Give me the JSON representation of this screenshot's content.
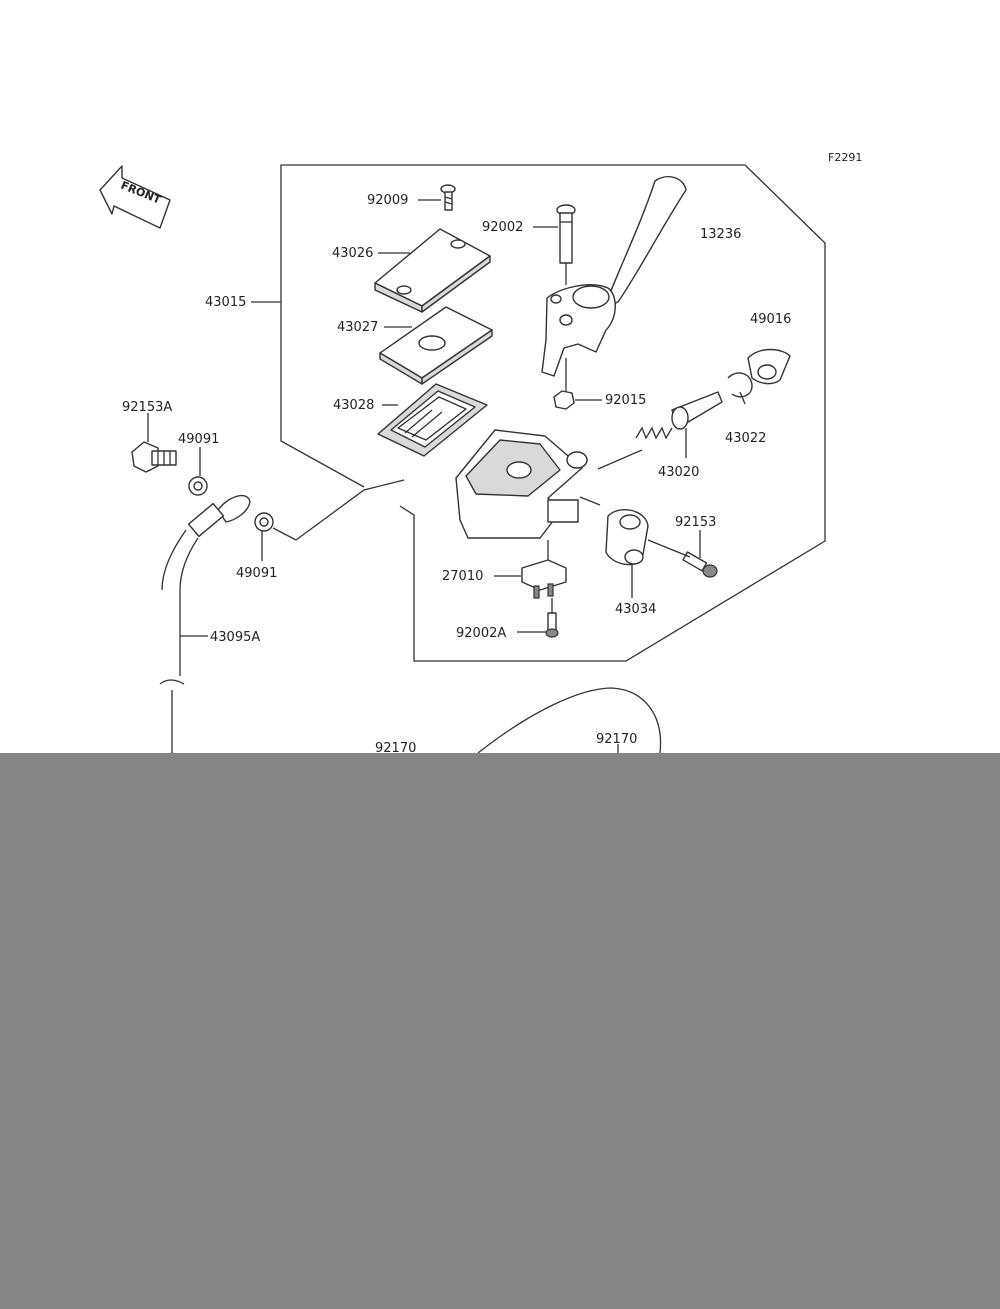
{
  "figure_code": "F2291",
  "front_arrow_label": "FRONT",
  "parts": {
    "p92009": "92009",
    "p92002": "92002",
    "p13236": "13236",
    "p43026": "43026",
    "p43015": "43015",
    "p43027": "43027",
    "p49016": "49016",
    "p43028": "43028",
    "p92015": "92015",
    "p92153A": "92153A",
    "p49091a": "49091",
    "p43022": "43022",
    "p43020": "43020",
    "p92153": "92153",
    "p49091b": "49091",
    "p27010": "27010",
    "p43034": "43034",
    "p92002A": "92002A",
    "p43095A": "43095A",
    "p92170a": "92170",
    "p92170b": "92170"
  },
  "colors": {
    "line": "#333333",
    "band": "#858585",
    "background": "#ffffff"
  }
}
